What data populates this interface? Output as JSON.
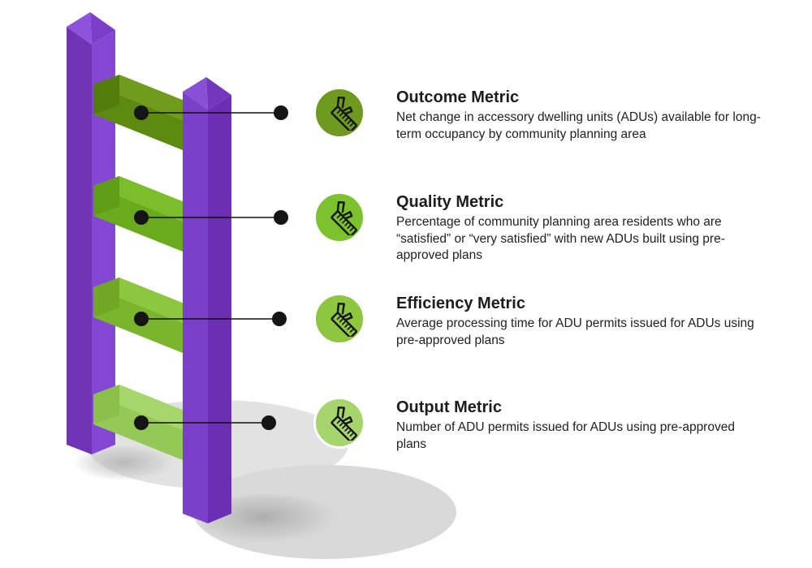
{
  "figure": {
    "type": "isometric-ladder-infographic",
    "background_color": "#ffffff",
    "connector": {
      "line_color": "#111111",
      "dot_color": "#151515"
    }
  },
  "ladder": {
    "left_rail_colors": {
      "left_face": "#6f34b4",
      "right_face": "#8347d4",
      "top_left": "#8d53dc",
      "top_right": "#7a3ec9"
    },
    "right_rail_colors": {
      "left_face": "#7a40c8",
      "right_face": "#6a2fb2",
      "top_left": "#8950d5",
      "top_right": "#7237bd"
    },
    "shadow_colors": {
      "upper_ellipse": "#e2e2e2",
      "lower_ellipse": "#d9d9d9"
    },
    "rungs": [
      {
        "name": "outcome-rung",
        "top": "#6f9c1c",
        "front": "#5d8a10",
        "cap": "#527d0a"
      },
      {
        "name": "quality-rung",
        "top": "#7cbd2b",
        "front": "#6aab1e",
        "cap": "#5f9d16"
      },
      {
        "name": "efficiency-rung",
        "top": "#8dc63f",
        "front": "#7bb52e",
        "cap": "#70a825"
      },
      {
        "name": "output-rung",
        "top": "#a7d66c",
        "front": "#95c957",
        "cap": "#8ac04a"
      }
    ]
  },
  "metrics": [
    {
      "title": "Outcome Metric",
      "description": "Net change in accessory dwelling units (ADUs) available for long-term occupancy by community planning area",
      "icon": "caliper-icon",
      "circle_color": "#6e9b1f"
    },
    {
      "title": "Quality Metric",
      "description": "Percentage of community planning area residents who are “satisfied” or “very satisfied” with new ADUs built using pre-approved plans",
      "icon": "caliper-icon",
      "circle_color": "#7cc12e"
    },
    {
      "title": "Efficiency Metric",
      "description": "Average processing time for ADU permits issued for ADUs using pre-approved plans",
      "icon": "caliper-icon",
      "circle_color": "#8dc63f"
    },
    {
      "title": "Output Metric",
      "description": "Number of ADU permits issued for ADUs using pre-approved plans",
      "icon": "caliper-icon",
      "circle_color": "#a6d56d"
    }
  ]
}
